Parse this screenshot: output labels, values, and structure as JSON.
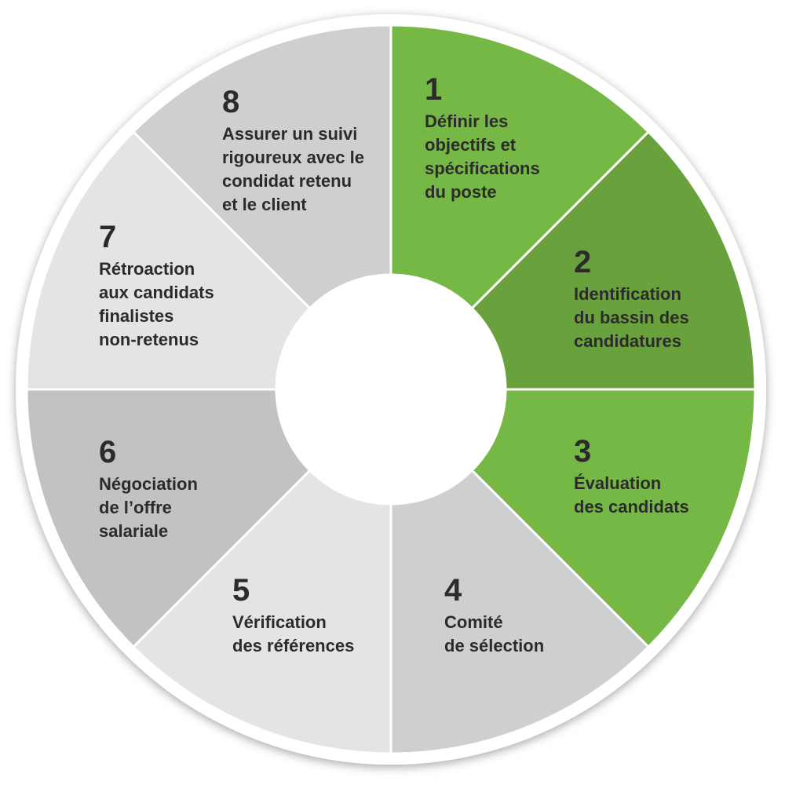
{
  "colors": {
    "green_light": "#76b845",
    "green_dark": "#69a23c",
    "gray_mid": "#cfcfcf",
    "gray_light": "#e4e4e4",
    "gray_dark": "#c2c2c2",
    "text": "#2b2b2b",
    "ring": "#ffffff"
  },
  "steps": [
    {
      "number": "1",
      "text": "Définir les\nobjectifs et\nspécifications\ndu poste",
      "color": "green_light"
    },
    {
      "number": "2",
      "text": "Identification\ndu bassin des\ncandidatures",
      "color": "green_dark"
    },
    {
      "number": "3",
      "text": "Évaluation\ndes candidats",
      "color": "green_light"
    },
    {
      "number": "4",
      "text": "Comité\nde sélection",
      "color": "gray_mid"
    },
    {
      "number": "5",
      "text": "Vérification\ndes références",
      "color": "gray_light"
    },
    {
      "number": "6",
      "text": "Négociation\nde l’offre\nsalariale",
      "color": "gray_dark"
    },
    {
      "number": "7",
      "text": "Rétroaction\naux candidats\nfinalistes\nnon-retenus",
      "color": "gray_light"
    },
    {
      "number": "8",
      "text": "Assurer un suivi\nrigoureux avec le\ncondidat retenu\net le client",
      "color": "gray_mid"
    }
  ]
}
